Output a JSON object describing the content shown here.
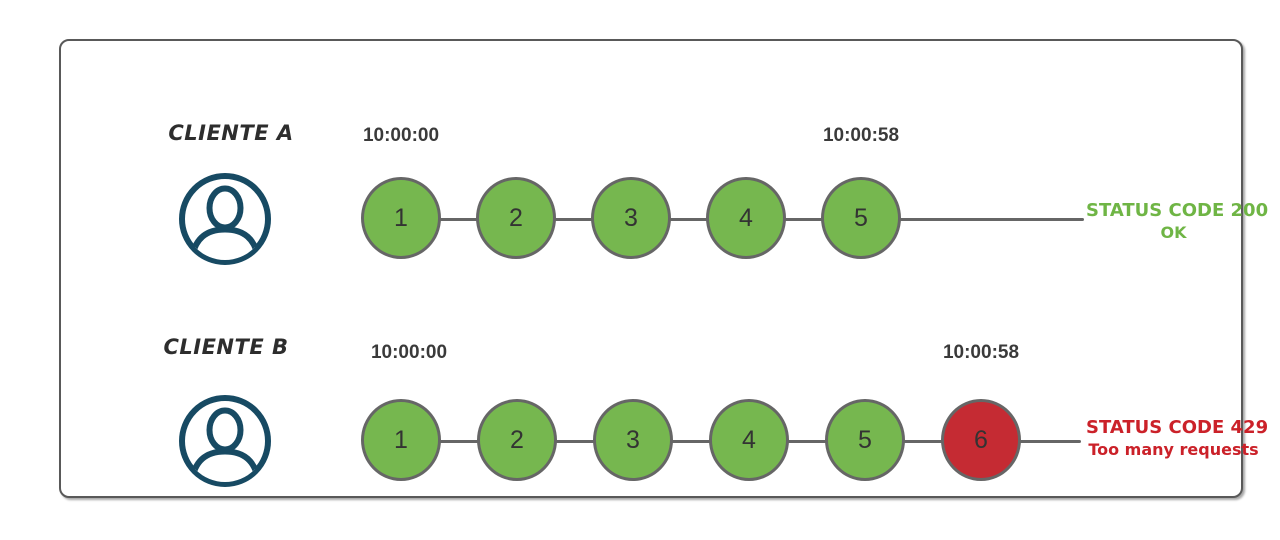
{
  "colors": {
    "ok_green": "#76b74f",
    "blocked_red": "#c52b33",
    "status_ok_text": "#6fb545",
    "status_error_text": "#cb2129",
    "timeline_gray": "#666666",
    "frame_border": "#595959",
    "avatar_navy": "#174a63"
  },
  "rows": [
    {
      "client_label": "CLIENTE A",
      "start_time": "10:00:00",
      "end_time": "10:00:58",
      "requests": [
        {
          "n": "1",
          "ok": true
        },
        {
          "n": "2",
          "ok": true
        },
        {
          "n": "3",
          "ok": true
        },
        {
          "n": "4",
          "ok": true
        },
        {
          "n": "5",
          "ok": true
        }
      ],
      "status_title": "STATUS CODE 200",
      "status_subtitle": "OK"
    },
    {
      "client_label": "CLIENTE B",
      "start_time": "10:00:00",
      "end_time": "10:00:58",
      "requests": [
        {
          "n": "1",
          "ok": true
        },
        {
          "n": "2",
          "ok": true
        },
        {
          "n": "3",
          "ok": true
        },
        {
          "n": "4",
          "ok": true
        },
        {
          "n": "5",
          "ok": true
        },
        {
          "n": "6",
          "ok": false
        }
      ],
      "status_title": "STATUS CODE 429",
      "status_subtitle": "Too many requests"
    }
  ]
}
